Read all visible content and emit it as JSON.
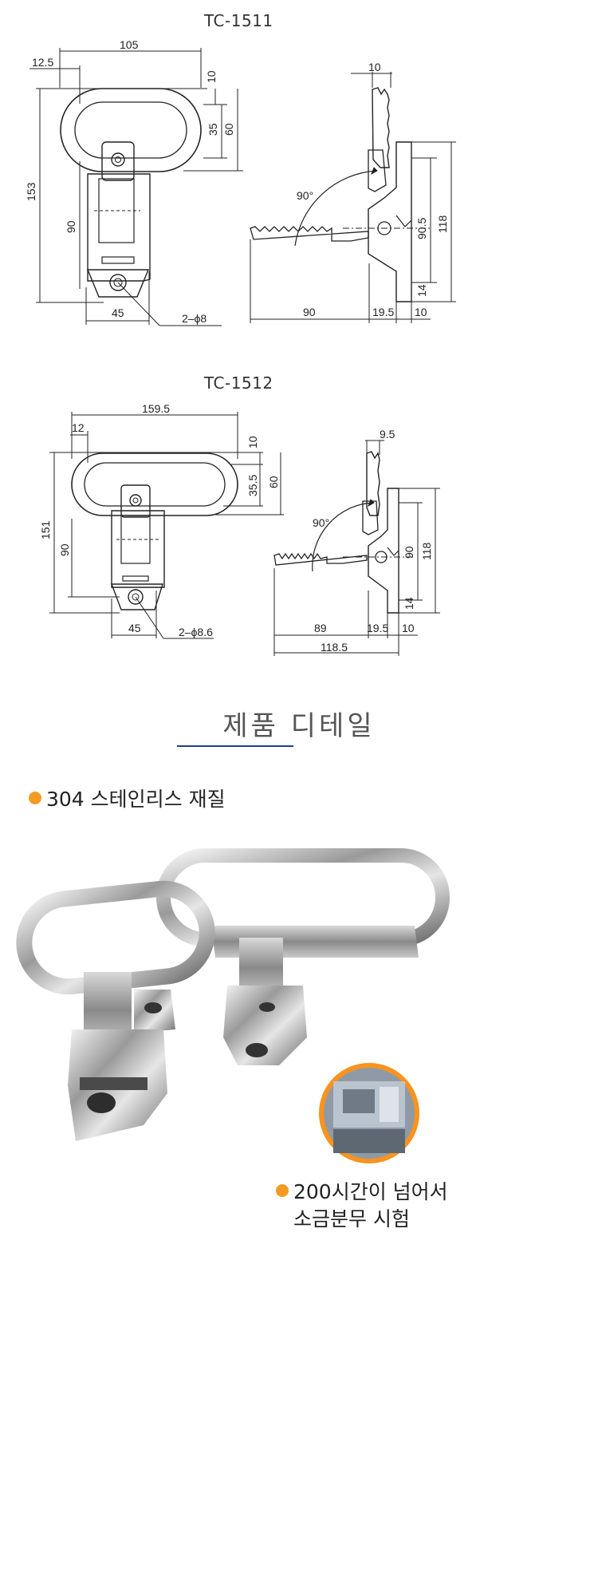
{
  "drawing1": {
    "model": "TC-1511",
    "front": {
      "width_top": "105",
      "offset": "12.5",
      "ring_top": "10",
      "ring_mid": "35",
      "ring_total": "60",
      "height": "153",
      "body": "90",
      "base_width": "45",
      "hole": "2–ϕ8"
    },
    "side": {
      "top": "10",
      "angle": "90°",
      "h1": "90.5",
      "h2": "118",
      "foot": "14",
      "arm": "90",
      "thick": "19.5",
      "edge": "10"
    }
  },
  "drawing2": {
    "model": "TC-1512",
    "front": {
      "width_top": "159.5",
      "offset": "12",
      "ring_top": "10",
      "ring_mid": "35.5",
      "ring_total": "60",
      "height": "151",
      "body": "90",
      "base_width": "45",
      "hole": "2–ϕ8.6"
    },
    "side": {
      "top": "9.5",
      "angle": "90°",
      "h1": "90",
      "h2": "118",
      "foot": "14",
      "arm": "89",
      "thick": "19.5",
      "edge": "10",
      "overall": "118.5"
    }
  },
  "section_title": "제품 디테일",
  "feature1": "304 스테인리스 재질",
  "feature2_line1": "200시간이 넘어서",
  "feature2_line2": "소금분무 시험",
  "colors": {
    "accent": "#f39a23",
    "rule": "#1e3f8a"
  }
}
